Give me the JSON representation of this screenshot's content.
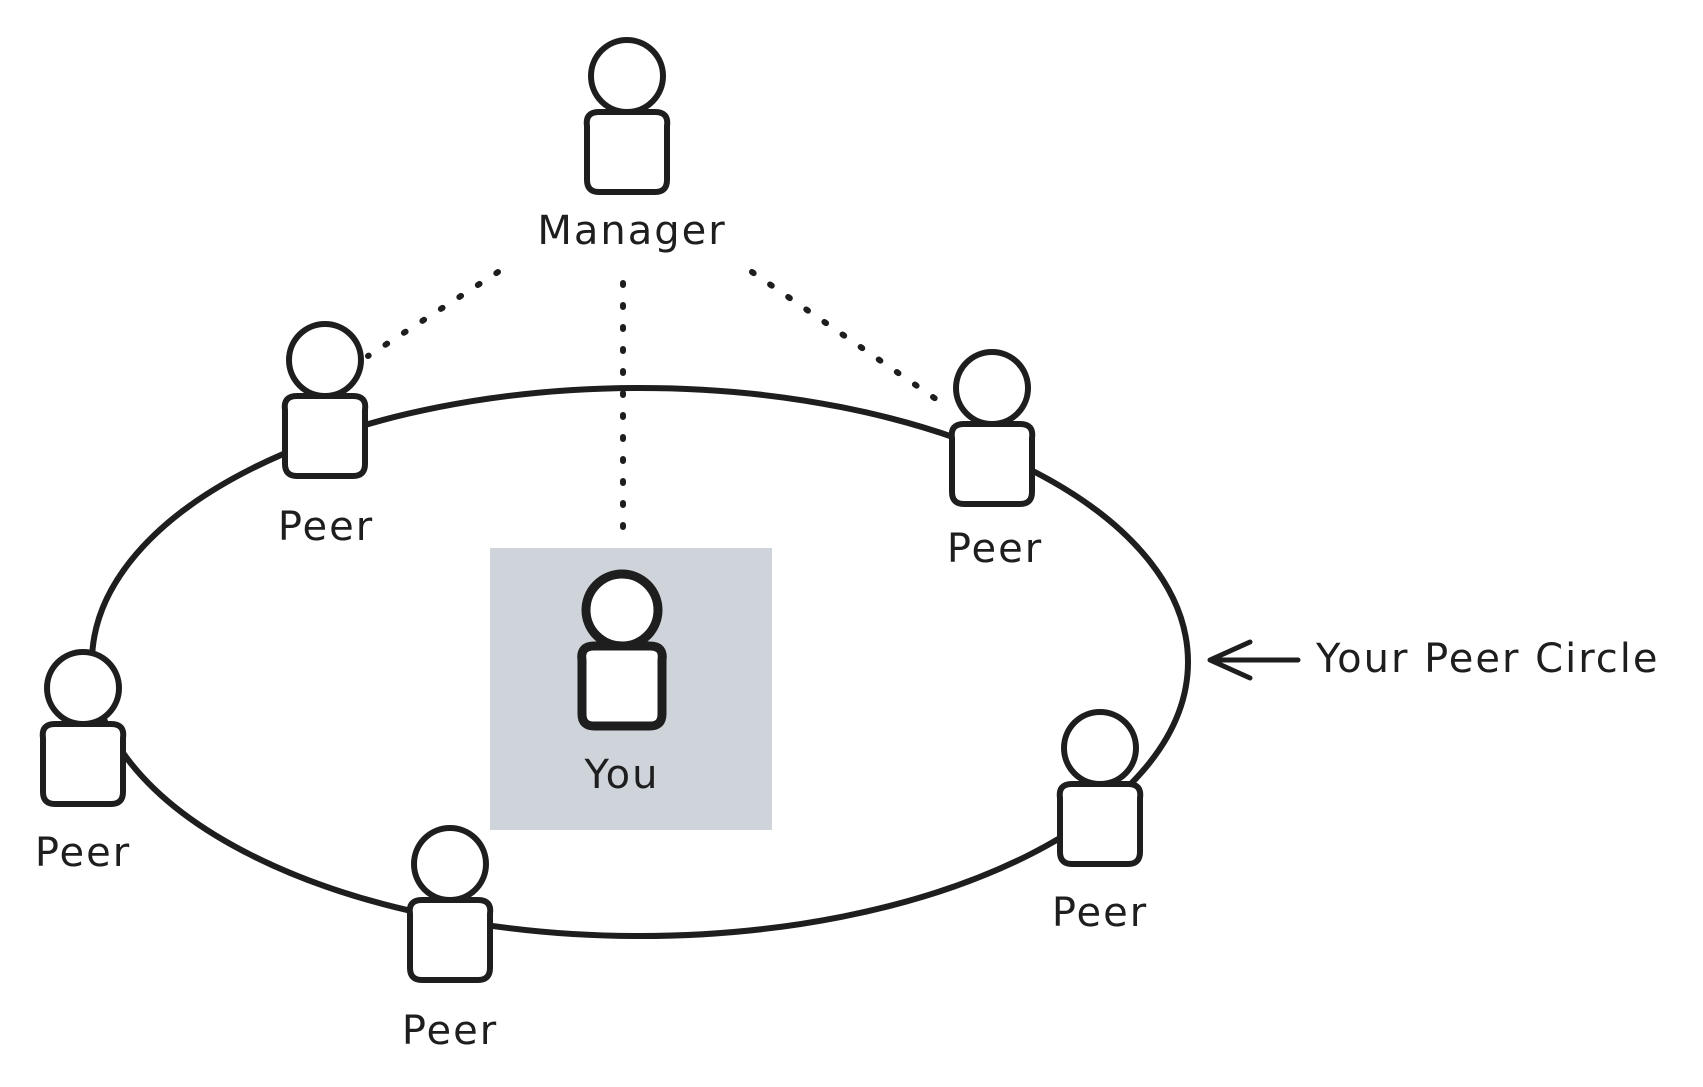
{
  "nodes": {
    "manager": {
      "label": "Manager"
    },
    "you": {
      "label": "You"
    },
    "peer_top_left": {
      "label": "Peer"
    },
    "peer_top_right": {
      "label": "Peer"
    },
    "peer_left": {
      "label": "Peer"
    },
    "peer_bottom": {
      "label": "Peer"
    },
    "peer_right": {
      "label": "Peer"
    }
  },
  "callout": {
    "label": "Your Peer Circle"
  },
  "colors": {
    "ink": "#1e1e1e",
    "you_highlight": "#ced4da",
    "background": "#ffffff"
  }
}
